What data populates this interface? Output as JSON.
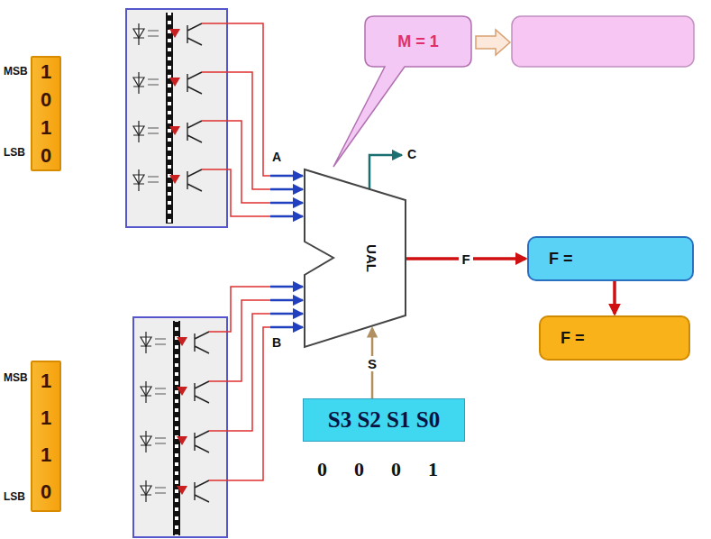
{
  "diagram": {
    "nodes": [
      {
        "text": [
          "1",
          "0",
          "1",
          "0"
        ]
      },
      {
        "text": [
          "M = 1"
        ]
      },
      {
        "text": [
          "UAL"
        ]
      },
      {
        "text": [
          "F ="
        ]
      },
      {
        "text": [
          "F ="
        ]
      },
      {
        "text": [
          "1",
          "1",
          "1",
          "0"
        ]
      },
      {
        "text": [
          "S3 S2 S1 S0"
        ]
      }
    ],
    "edges": [
      {
        "from": 2,
        "to": 3,
        "label": "F",
        "arrow": "to"
      },
      {
        "from": 3,
        "to": 4,
        "arrow": "to"
      },
      {
        "from": 6,
        "to": 2,
        "label": "S",
        "arrow": "to"
      }
    ],
    "labels": [
      "MSB",
      "LSB",
      "MSB",
      "LSB",
      "A",
      "B",
      "C",
      "0",
      "0",
      "0",
      "1"
    ]
  }
}
